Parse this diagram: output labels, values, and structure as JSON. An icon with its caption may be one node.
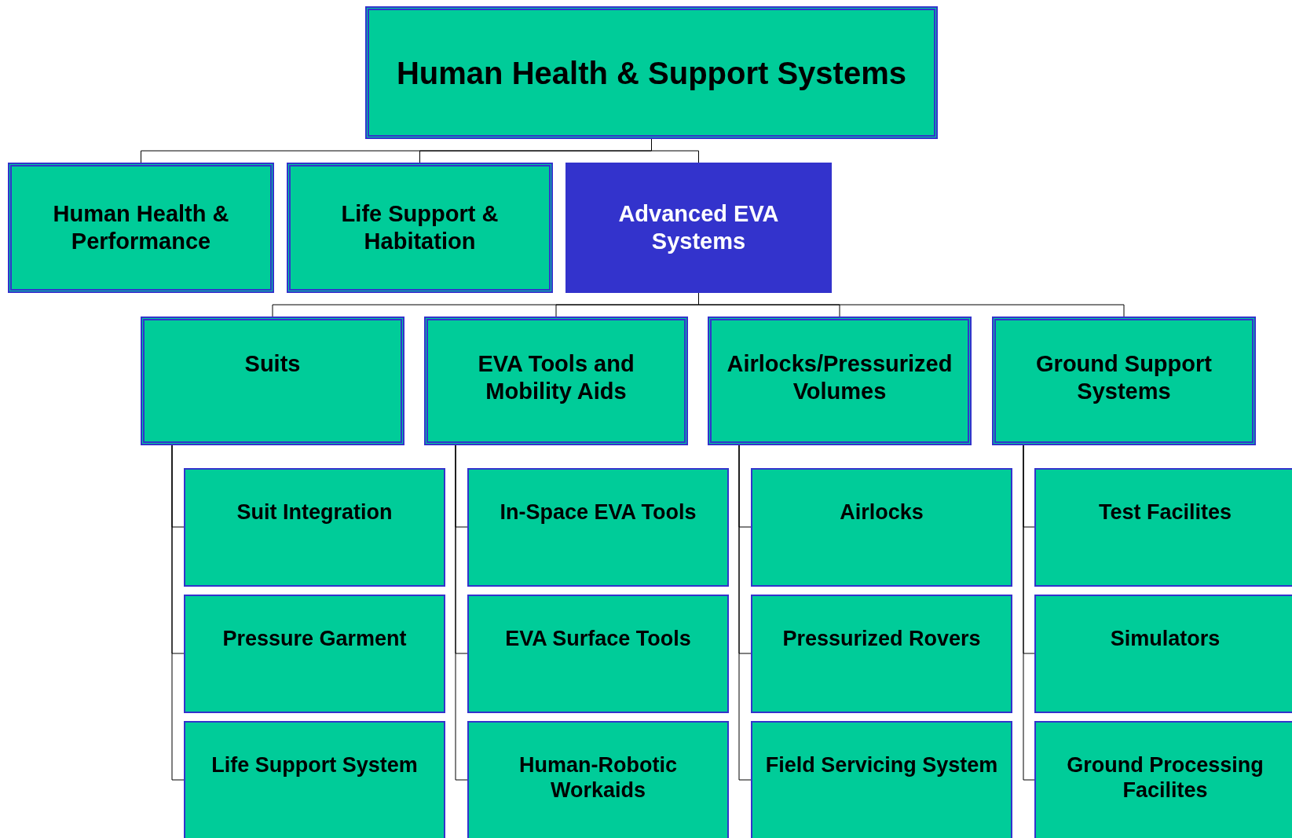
{
  "diagram": {
    "nodes": [
      {
        "text": [
          "Human Health & Support Systems"
        ]
      },
      {
        "text": [
          "Human Health & Performance"
        ]
      },
      {
        "text": [
          "Life Support & Habitation"
        ]
      },
      {
        "text": [
          "Advanced EVA Systems"
        ]
      },
      {
        "text": [
          "Suits"
        ]
      },
      {
        "text": [
          "EVA Tools and Mobility Aids"
        ]
      },
      {
        "text": [
          "Airlocks/Pressurized Volumes"
        ]
      },
      {
        "text": [
          "Ground Support Systems"
        ]
      },
      {
        "text": [
          "Suit Integration"
        ]
      },
      {
        "text": [
          "Pressure Garment"
        ]
      },
      {
        "text": [
          "Life Support System"
        ]
      },
      {
        "text": [
          "In-Space EVA Tools"
        ]
      },
      {
        "text": [
          "EVA Surface Tools"
        ]
      },
      {
        "text": [
          "Human-Robotic Workaids"
        ]
      },
      {
        "text": [
          "Airlocks"
        ]
      },
      {
        "text": [
          "Pressurized Rovers"
        ]
      },
      {
        "text": [
          "Field Servicing System"
        ]
      },
      {
        "text": [
          "Test Facilites"
        ]
      },
      {
        "text": [
          "Simulators"
        ]
      },
      {
        "text": [
          "Ground Processing Facilites"
        ]
      }
    ],
    "edges": [
      {
        "from": 0,
        "to": 1,
        "arrow": "none"
      },
      {
        "from": 0,
        "to": 2,
        "arrow": "none"
      },
      {
        "from": 0,
        "to": 3,
        "arrow": "none"
      },
      {
        "from": 3,
        "to": 4,
        "arrow": "none"
      },
      {
        "from": 3,
        "to": 5,
        "arrow": "none"
      },
      {
        "from": 3,
        "to": 6,
        "arrow": "none"
      },
      {
        "from": 3,
        "to": 7,
        "arrow": "none"
      },
      {
        "from": 4,
        "to": 8,
        "arrow": "none"
      },
      {
        "from": 4,
        "to": 9,
        "arrow": "none"
      },
      {
        "from": 4,
        "to": 10,
        "arrow": "none"
      },
      {
        "from": 5,
        "to": 11,
        "arrow": "none"
      },
      {
        "from": 5,
        "to": 12,
        "arrow": "none"
      },
      {
        "from": 5,
        "to": 13,
        "arrow": "none"
      },
      {
        "from": 6,
        "to": 14,
        "arrow": "none"
      },
      {
        "from": 6,
        "to": 15,
        "arrow": "none"
      },
      {
        "from": 6,
        "to": 16,
        "arrow": "none"
      },
      {
        "from": 7,
        "to": 17,
        "arrow": "none"
      },
      {
        "from": 7,
        "to": 18,
        "arrow": "none"
      },
      {
        "from": 7,
        "to": 19,
        "arrow": "none"
      }
    ]
  }
}
